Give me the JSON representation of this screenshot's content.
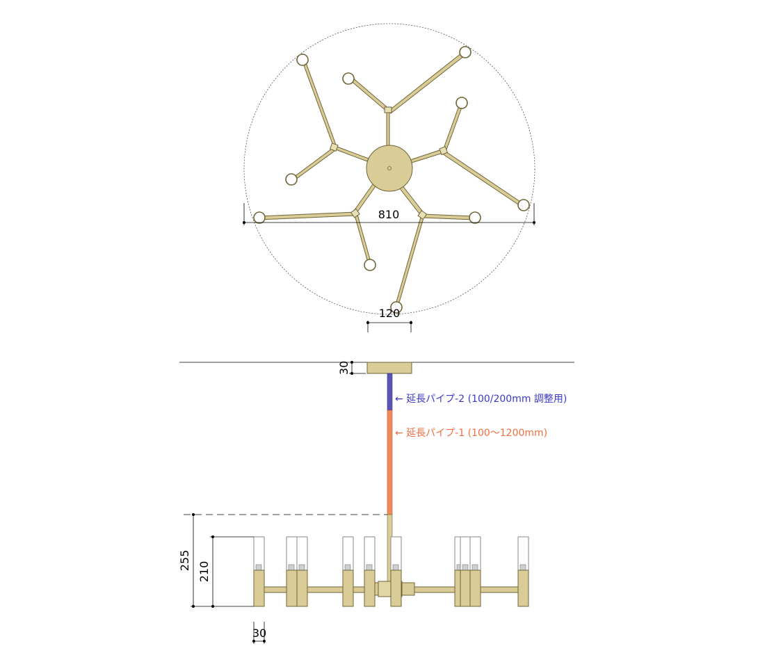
{
  "dimensions": {
    "top_diameter": "810",
    "canopy_width": "120",
    "canopy_height": "30",
    "total_height": "255",
    "body_height": "210",
    "holder_width": "30"
  },
  "annotations": {
    "pipe2": "← 延長パイプ-2 (100/200mm 調整用)",
    "pipe1": "← 延長パイプ-1 (100〜1200mm)"
  },
  "colors": {
    "brass": "#d9cc96",
    "brass_stroke": "#6e6438",
    "pipe2": "#5a55b4",
    "pipe1": "#f08a58"
  }
}
